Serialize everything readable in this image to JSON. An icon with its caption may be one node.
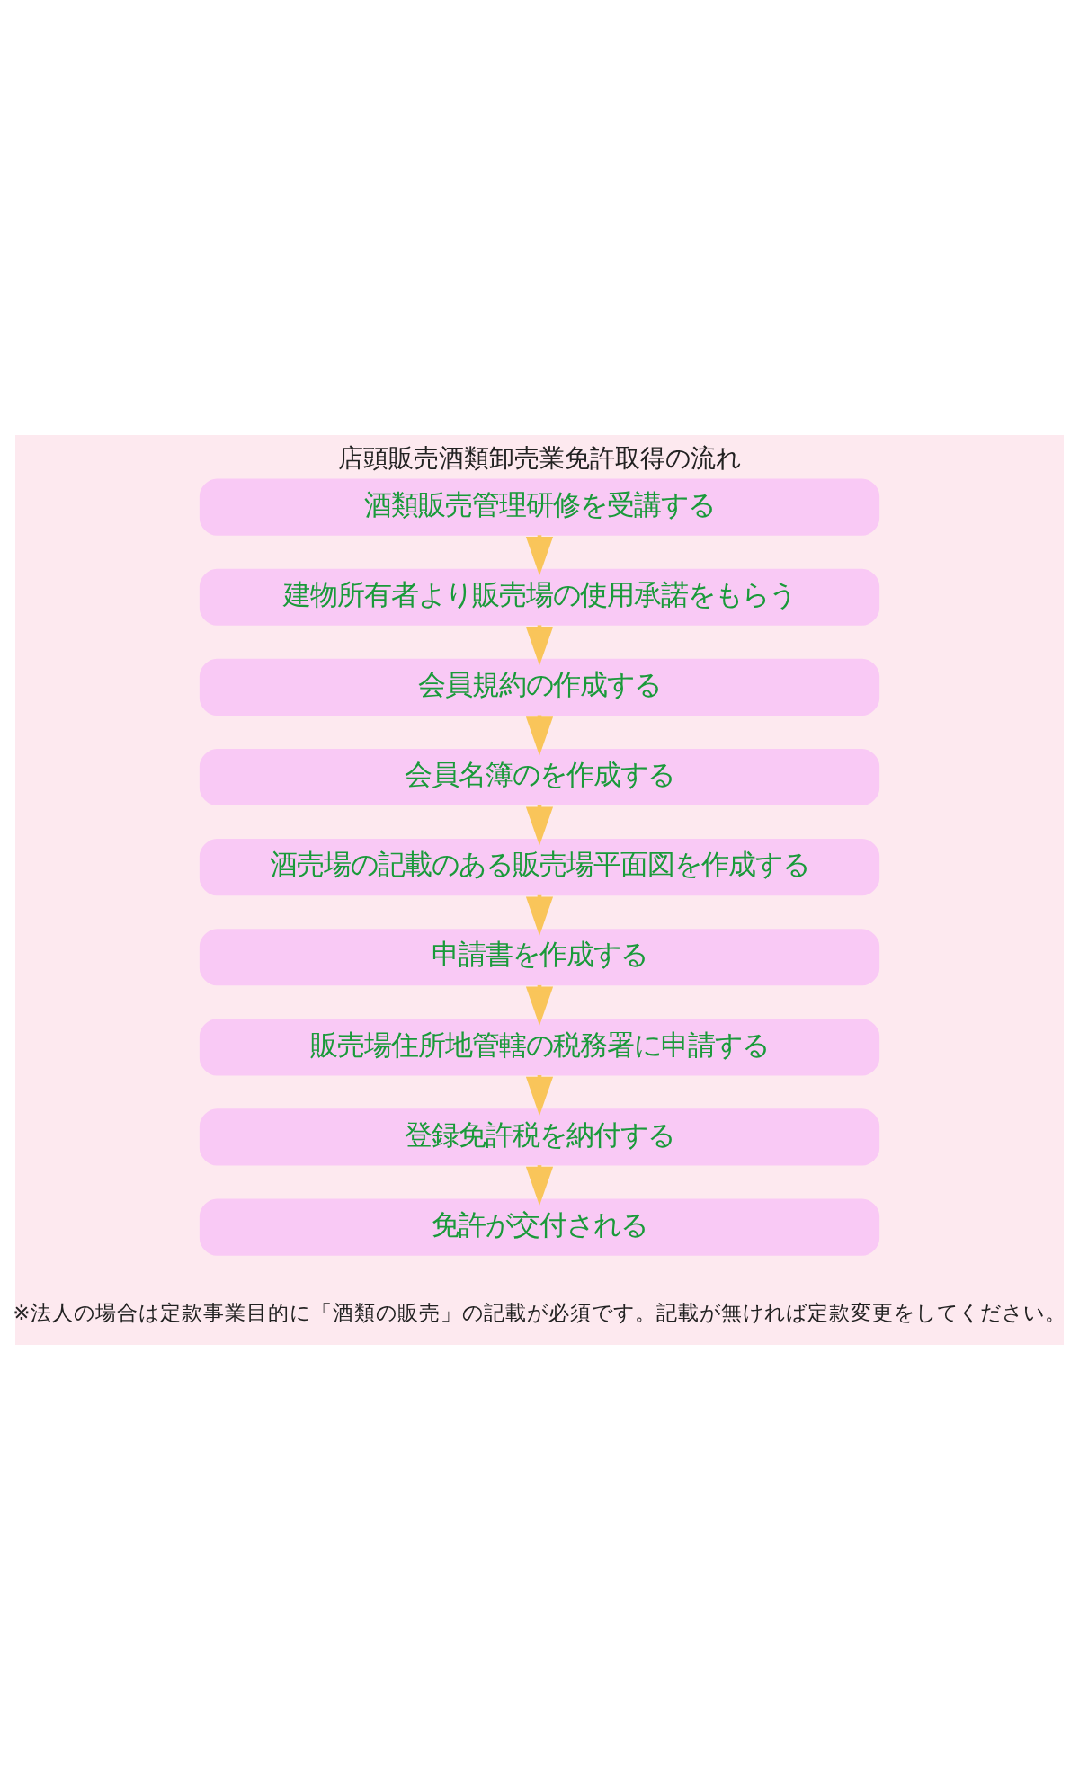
{
  "diagram": {
    "title": "店頭販売酒類卸売業免許取得の流れ",
    "caption": "※法人の場合は定款事業目的に「酒類の販売」の記載が必須です。記載が無ければ定款変更をしてください。",
    "nodes": [
      {
        "text": [
          "酒類販売管理研修を受講する"
        ]
      },
      {
        "text": [
          "建物所有者より販売場の使用承諾をもらう"
        ]
      },
      {
        "text": [
          "会員規約の作成する"
        ]
      },
      {
        "text": [
          "会員名簿のを作成する"
        ]
      },
      {
        "text": [
          "酒売場の記載のある販売場平面図を作成する"
        ]
      },
      {
        "text": [
          "申請書を作成する"
        ]
      },
      {
        "text": [
          "販売場住所地管轄の税務署に申請する"
        ]
      },
      {
        "text": [
          "登録免許税を納付する"
        ]
      },
      {
        "text": [
          "免許が交付される"
        ]
      }
    ],
    "edges": [
      {
        "from": 0,
        "to": 1,
        "arrow": "to"
      },
      {
        "from": 1,
        "to": 2,
        "arrow": "to"
      },
      {
        "from": 2,
        "to": 3,
        "arrow": "to"
      },
      {
        "from": 3,
        "to": 4,
        "arrow": "to"
      },
      {
        "from": 4,
        "to": 5,
        "arrow": "to"
      },
      {
        "from": 5,
        "to": 6,
        "arrow": "to"
      },
      {
        "from": 6,
        "to": 7,
        "arrow": "to"
      },
      {
        "from": 7,
        "to": 8,
        "arrow": "to"
      }
    ]
  }
}
